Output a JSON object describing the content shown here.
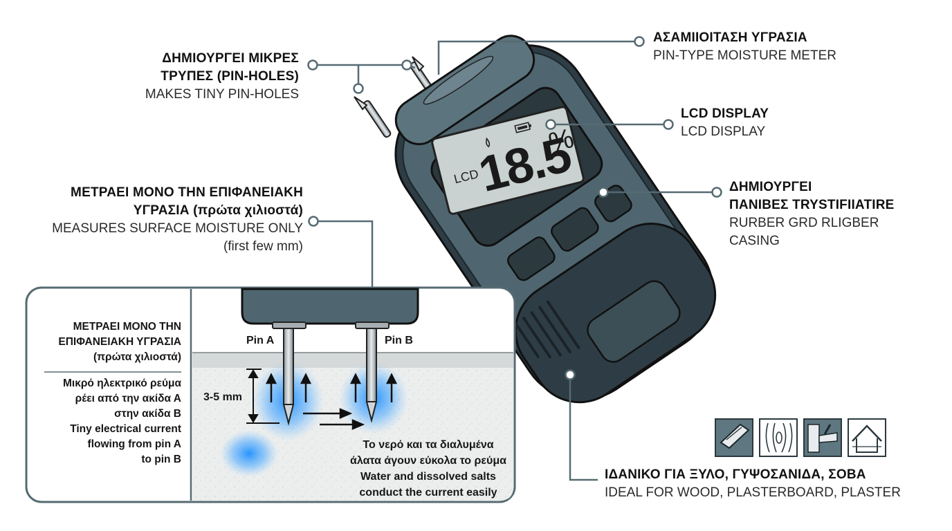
{
  "meter": {
    "reading": "18.5",
    "unit": "%",
    "lcd_tag": "LCD"
  },
  "callouts": {
    "pin_holes": {
      "line1": "ΔΗΜΙΟΥΡΓΕΙ ΜΙΚΡΕΣ",
      "line2": "ΤΡΥΠΕΣ (PIN-HOLES)",
      "sub": "MAKES TINY PIN-HOLES"
    },
    "meter_type": {
      "title": "ΑΣΑΜΙΙΟΙΤΑΣΗ ΥΓΡΑΣΙΑ",
      "sub": "PIN-TYPE MOISTURE METER"
    },
    "lcd": {
      "title": "LCD DISPLAY",
      "sub": "LCD DISPLAY"
    },
    "casing": {
      "line1": "ΔΗΜΙΟΥΡΓΕΙ",
      "line2": "ΠΑΝΙΒΕΣ TRYSTIFIIATIRE",
      "sub1": "RURBER GRD RLIGBER",
      "sub2": "CASING"
    },
    "surface": {
      "line1": "ΜΕΤΡΑΕΙ ΜΟΝΟ ΤΗΝ ΕΠΙΦΑΝΕΙΑΚΗ",
      "line2": "ΥΓΡΑΣΙΑ (πρώτα χιλιοστά)",
      "sub1": "MEASURES SURFACE MOISTURE ONLY",
      "sub2": "(first few mm)"
    },
    "ideal": {
      "title": "ΙΔΑΝΙΚΟ ΓΙΑ ΞΥΛΟ, ΓΥΨΟΣΑΝΙΔΑ, ΣΟΒΑ",
      "sub": "IDEAL FOR WOOD, PLASTERBOARD, PLASTER"
    }
  },
  "panel": {
    "heading": [
      "ΜΕΤΡΑΕΙ ΜΟΝΟ ΤΗΝ",
      "ΕΠΙΦΑΝΕΙΑΚΗ ΥΓΡΑΣΙΑ",
      "(πρώτα χιλιοστά)"
    ],
    "current_gr": [
      "Μικρό ηλεκτρικό ρεύμα",
      "ρέει από την ακίδα Α",
      "στην ακίδα Β"
    ],
    "current_en": [
      "Tiny electrical current",
      "flowing from pin A",
      "to pin B"
    ],
    "pin_a": "Pin A",
    "pin_b": "Pin B",
    "depth": "3-5 mm",
    "water_note": [
      "Το νερό και τα διαλυμένα",
      "άλατα άγουν εύκολα το ρεύμα",
      "Water and dissolved salts",
      "conduct the current easily"
    ]
  },
  "materials": [
    "wood-plank-icon",
    "wood-grain-icon",
    "plastering-icon",
    "house-icon"
  ],
  "colors": {
    "device_body": "#4f6670",
    "device_dark": "#2e3d45",
    "lcd_screen": "#c9d2d0",
    "leader_line": "#566a72",
    "moisture_glow": "#1e8fff",
    "icon_tile": "#5e7781"
  }
}
